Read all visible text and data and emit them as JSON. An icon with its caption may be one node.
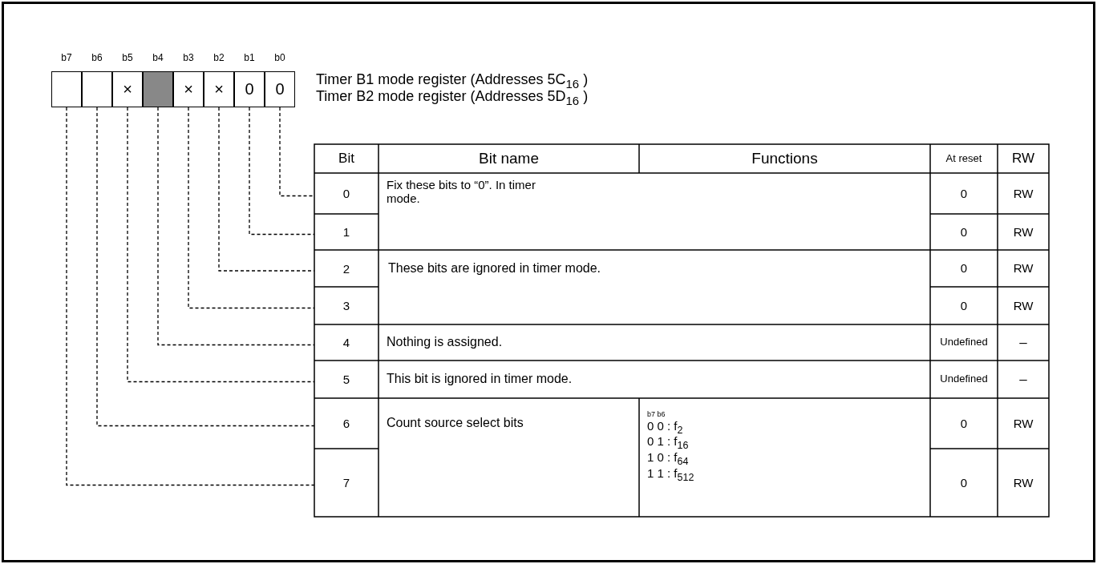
{
  "diagram": {
    "nodes": [
      {
        "text": [],
        "shape": "box"
      },
      {
        "text": [],
        "shape": "box"
      },
      {
        "text": [
          "×"
        ]
      },
      {
        "text": [],
        "shape": "box"
      },
      {
        "text": [
          "×"
        ]
      },
      {
        "text": [
          "×"
        ]
      },
      {
        "text": [
          "0"
        ]
      },
      {
        "text": [
          "0"
        ]
      },
      {
        "text": [
          "0"
        ]
      },
      {
        "text": [
          "1"
        ]
      },
      {
        "text": [
          "2"
        ]
      },
      {
        "text": [
          "3"
        ]
      },
      {
        "text": [
          "4"
        ]
      },
      {
        "text": [
          "5"
        ]
      },
      {
        "text": [
          "6"
        ]
      },
      {
        "text": [
          "7"
        ]
      }
    ],
    "edges": [
      {
        "from": 0,
        "to": 15,
        "arrow": "none",
        "style": "dashed"
      },
      {
        "from": 1,
        "to": 14,
        "arrow": "none",
        "style": "dashed"
      },
      {
        "from": 2,
        "to": 13,
        "arrow": "none",
        "style": "dashed"
      },
      {
        "from": 3,
        "to": 12,
        "arrow": "none",
        "style": "dashed"
      },
      {
        "from": 4,
        "to": 11,
        "arrow": "none",
        "style": "dashed"
      },
      {
        "from": 5,
        "to": 10,
        "arrow": "none",
        "style": "dashed"
      },
      {
        "from": 6,
        "to": 9,
        "arrow": "none",
        "style": "dashed"
      },
      {
        "from": 7,
        "to": 8,
        "arrow": "none",
        "style": "dashed"
      }
    ],
    "labels": [
      "b7",
      "b6",
      "b5",
      "b4",
      "b3",
      "b2",
      "b1",
      "b0",
      "Timer B1 mode register (Addresses 5C$_{16}$ )",
      "Timer B2 mode register (Addresses 5D$_{16}$ )",
      "Bit",
      "Bit name",
      "Functions",
      "At reset",
      "RW",
      "Fix these bits to “0”. In timer mode.",
      "0",
      "RW",
      "0",
      "RW",
      "These bits are ignored in timer mode.",
      "0",
      "RW",
      "0",
      "RW",
      "Nothing is assigned.",
      "Undefined",
      "–",
      "This bit is ignored in timer mode.",
      "Undefined",
      "–",
      "Count source select bits",
      "b7 b6",
      "0 0 : f$_{2}$",
      "0 1 : f$_{16}$",
      "1 0 : f$_{64}$",
      "1 1 : f$_{512}$",
      "0",
      "RW",
      "0",
      "RW"
    ]
  }
}
